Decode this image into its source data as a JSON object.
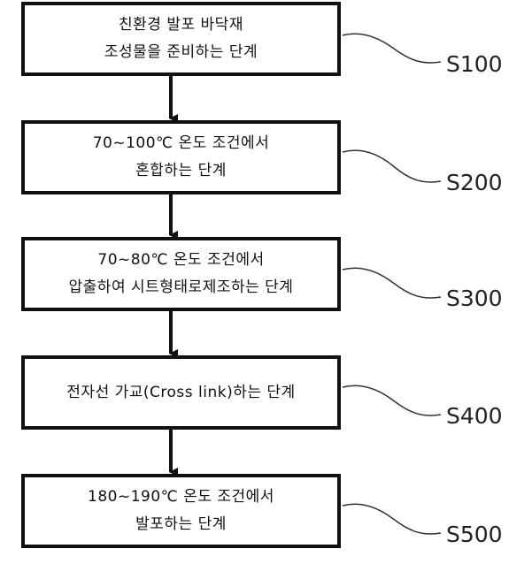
{
  "steps": [
    {
      "lines": [
        "친환경 발포 바닥재",
        "조성물을 준비하는 단계"
      ],
      "label": "S100"
    },
    {
      "lines": [
        "70~100℃ 온도 조건에서",
        "혼합하는 단계"
      ],
      "label": "S200"
    },
    {
      "lines": [
        "70~80℃ 온도 조건에서",
        "압출하여 시트형태로제조하는 단계"
      ],
      "label": "S300"
    },
    {
      "lines": [
        "전자선 가교(Cross link)하는 단계"
      ],
      "label": "S400"
    },
    {
      "lines": [
        "180~190℃ 온도 조건에서",
        "발포하는 단계"
      ],
      "label": "S500"
    }
  ],
  "colors": {
    "box_border": "#111111",
    "arrow": "#111111",
    "leader": "#333333",
    "text": "#111111"
  }
}
